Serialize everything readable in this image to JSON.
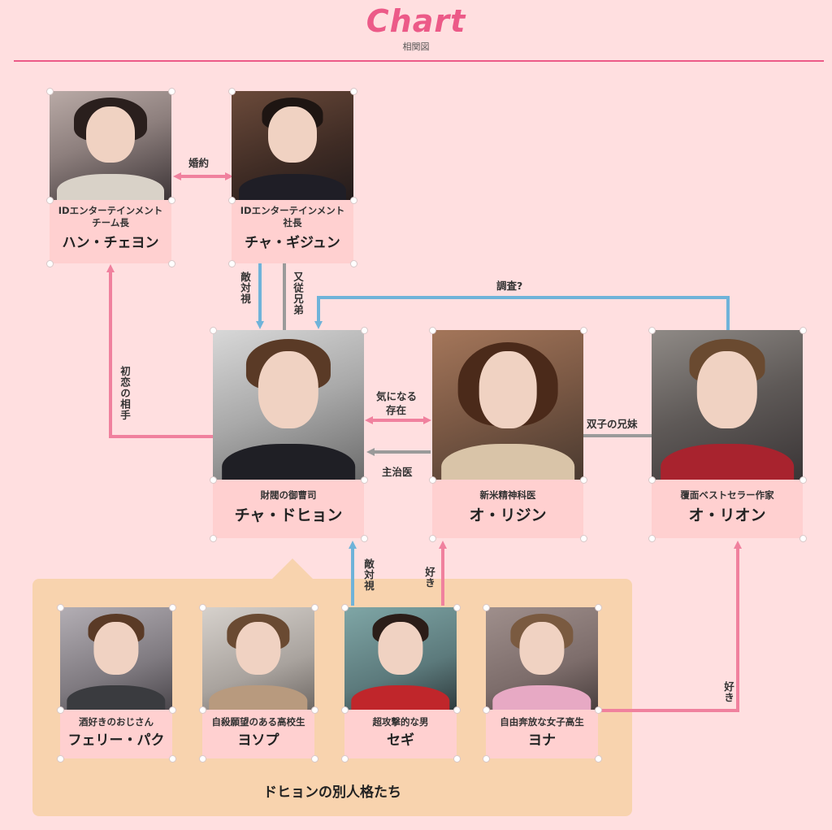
{
  "header": {
    "title": "Chart",
    "subtitle": "相関図"
  },
  "colors": {
    "pink": "#f0819e",
    "blue": "#6fb3d9",
    "gray": "#9a9a9a",
    "accent": "#ec5a88"
  },
  "people": {
    "han": {
      "role1": "IDエンターテインメント",
      "role2": "チーム長",
      "name": "ハン・チェヨン"
    },
    "giju": {
      "role1": "IDエンターテインメント",
      "role2": "社長",
      "name": "チャ・ギジュン"
    },
    "dohyun": {
      "role1": "財閥の御曹司",
      "name": "チャ・ドヒョン"
    },
    "rijin": {
      "role1": "新米精神科医",
      "name": "オ・リジン"
    },
    "rion": {
      "role1": "覆面ベストセラー作家",
      "name": "オ・リオン"
    },
    "ferry": {
      "role1": "酒好きのおじさん",
      "name": "フェリー・パク"
    },
    "yosop": {
      "role1": "自殺願望のある高校生",
      "name": "ヨソプ"
    },
    "segi": {
      "role1": "超攻撃的な男",
      "name": "セギ"
    },
    "yona": {
      "role1": "自由奔放な女子高生",
      "name": "ヨナ"
    }
  },
  "relations": {
    "engaged": "婚約",
    "rivalry_top": "敵対視",
    "cousin": "又従兄弟",
    "first_love": "初恋の相手",
    "investigate": "調査?",
    "curious_1": "気になる",
    "curious_2": "存在",
    "doctor": "主治医",
    "twins": "双子の兄妹",
    "rivalry_bottom": "敵対視",
    "likes_rijin": "好き",
    "likes_rion": "好き"
  },
  "group": {
    "label": "ドヒョンの別人格たち"
  }
}
